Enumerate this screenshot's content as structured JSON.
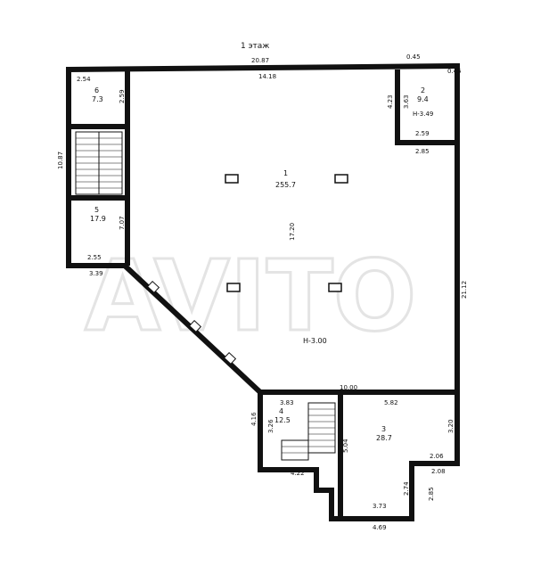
{
  "floor_title": "1 этаж",
  "watermark": "AVITO",
  "rooms": [
    {
      "id": "1",
      "area": "255.7"
    },
    {
      "id": "2",
      "area": "9.4"
    },
    {
      "id": "3",
      "area": "28.7"
    },
    {
      "id": "4",
      "area": "12.5"
    },
    {
      "id": "5",
      "area": "17.9"
    },
    {
      "id": "6",
      "area": "7.3"
    }
  ],
  "heights": {
    "main": "H-3.00",
    "room2": "H-3.49"
  },
  "dimensions": {
    "top_total": "20.87",
    "top_inner": "14.18",
    "top_right_a": "0.45",
    "top_right_b": "0.45",
    "left_total": "10.87",
    "room6_width": "2.54",
    "room6_depth": "2.59",
    "room5_depth": "7.07",
    "room5_width": "2.55",
    "bottom_left": "3.39",
    "main_height": "17.20",
    "right_total": "21.12",
    "room2_a": "4.23",
    "room2_b": "3.63",
    "room2_width": "2.59",
    "room2_outer": "2.85",
    "bottom_inner": "10.00",
    "room4_width": "3.83",
    "room4_height": "3.26",
    "room4_side": "4.16",
    "room4_bottom": "4.22",
    "room3_width": "5.82",
    "room3_side": "3.20",
    "room3_height": "5.04",
    "room3_step": "2.06",
    "room3_step2": "2.08",
    "room3_lower": "2.74",
    "room3_right": "2.85",
    "room3_inner_bottom": "3.73",
    "room3_outer_bottom": "4.69"
  }
}
